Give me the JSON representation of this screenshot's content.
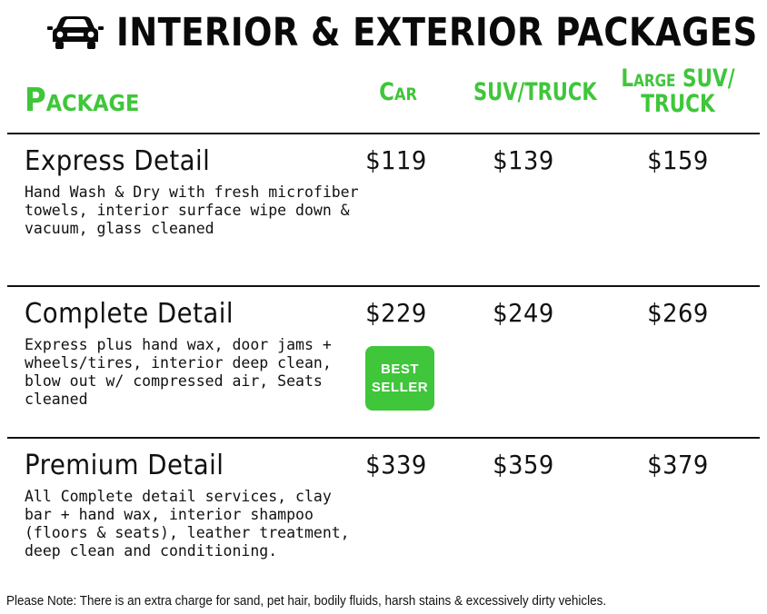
{
  "header": {
    "icon": "car-icon",
    "title": "INTERIOR & EXTERIOR PACKAGES"
  },
  "columns": {
    "package": "Package",
    "car": "Car",
    "suv": "SUV/TRUCK",
    "large_line1": "Large SUV/",
    "large_line2": "TRUCK"
  },
  "packages": [
    {
      "name": "Express Detail",
      "description": "Hand Wash & Dry with fresh microfiber towels, interior surface wipe down & vacuum, glass cleaned",
      "price_car": "$119",
      "price_suv": "$139",
      "price_large": "$159"
    },
    {
      "name": "Complete Detail",
      "description": "Express plus hand wax, door jams + wheels/tires, interior deep clean, blow out w/ compressed air, Seats cleaned",
      "price_car": "$229",
      "price_suv": "$249",
      "price_large": "$269",
      "badge_line1": "BEST",
      "badge_line2": "SELLER"
    },
    {
      "name": "Premium Detail",
      "description": "All Complete detail services, clay bar + hand wax, interior shampoo (floors & seats), leather treatment, deep clean and conditioning.",
      "price_car": "$339",
      "price_suv": "$359",
      "price_large": "$379"
    }
  ],
  "footnote": "Please Note: There is an extra charge for sand, pet hair, bodily fluids, harsh stains & excessively dirty vehicles.",
  "colors": {
    "accent_green": "#3fc63a",
    "text": "#111111",
    "background": "#ffffff"
  }
}
